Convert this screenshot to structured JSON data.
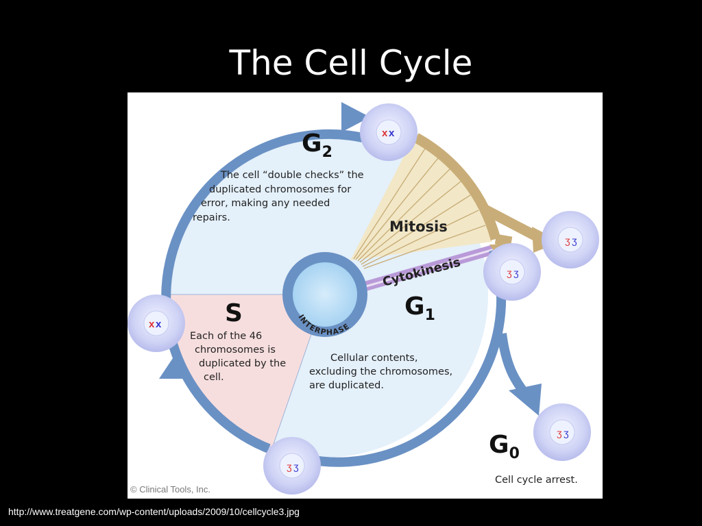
{
  "slide": {
    "title": "The Cell Cycle",
    "source_url": "http://www.treatgene.com/wp-content/uploads/2009/10/cellcycle3.jpg"
  },
  "diagram": {
    "phases": {
      "g2": {
        "letter": "G",
        "sub": "2",
        "description": [
          "The cell “double checks” the",
          "duplicated chromosomes for",
          "error, making any needed",
          "repairs."
        ]
      },
      "s": {
        "letter": "S",
        "description": [
          "Each of the 46",
          "chromosomes is",
          "duplicated by the",
          "cell."
        ]
      },
      "g1": {
        "letter": "G",
        "sub": "1",
        "description": [
          "Cellular contents,",
          "excluding the chromosomes,",
          "are duplicated."
        ]
      },
      "g0": {
        "letter": "G",
        "sub": "0",
        "description": "Cell cycle arrest."
      },
      "mitosis": {
        "label": "Mitosis"
      },
      "cytokinesis": {
        "label": "Cytokinesis"
      }
    },
    "center_label": "INTERPHASE",
    "copyright": "© Clinical Tools, Inc.",
    "colors": {
      "ring": "#6a91c4",
      "interphase_fill": "#e4f0fa",
      "s_fill": "#f7dede",
      "mitosis_fill": "#f2e8c8",
      "mitosis_ring": "#c9ad78",
      "cytokinesis": "#b99ad8",
      "cell": "#cfd3f5"
    }
  }
}
